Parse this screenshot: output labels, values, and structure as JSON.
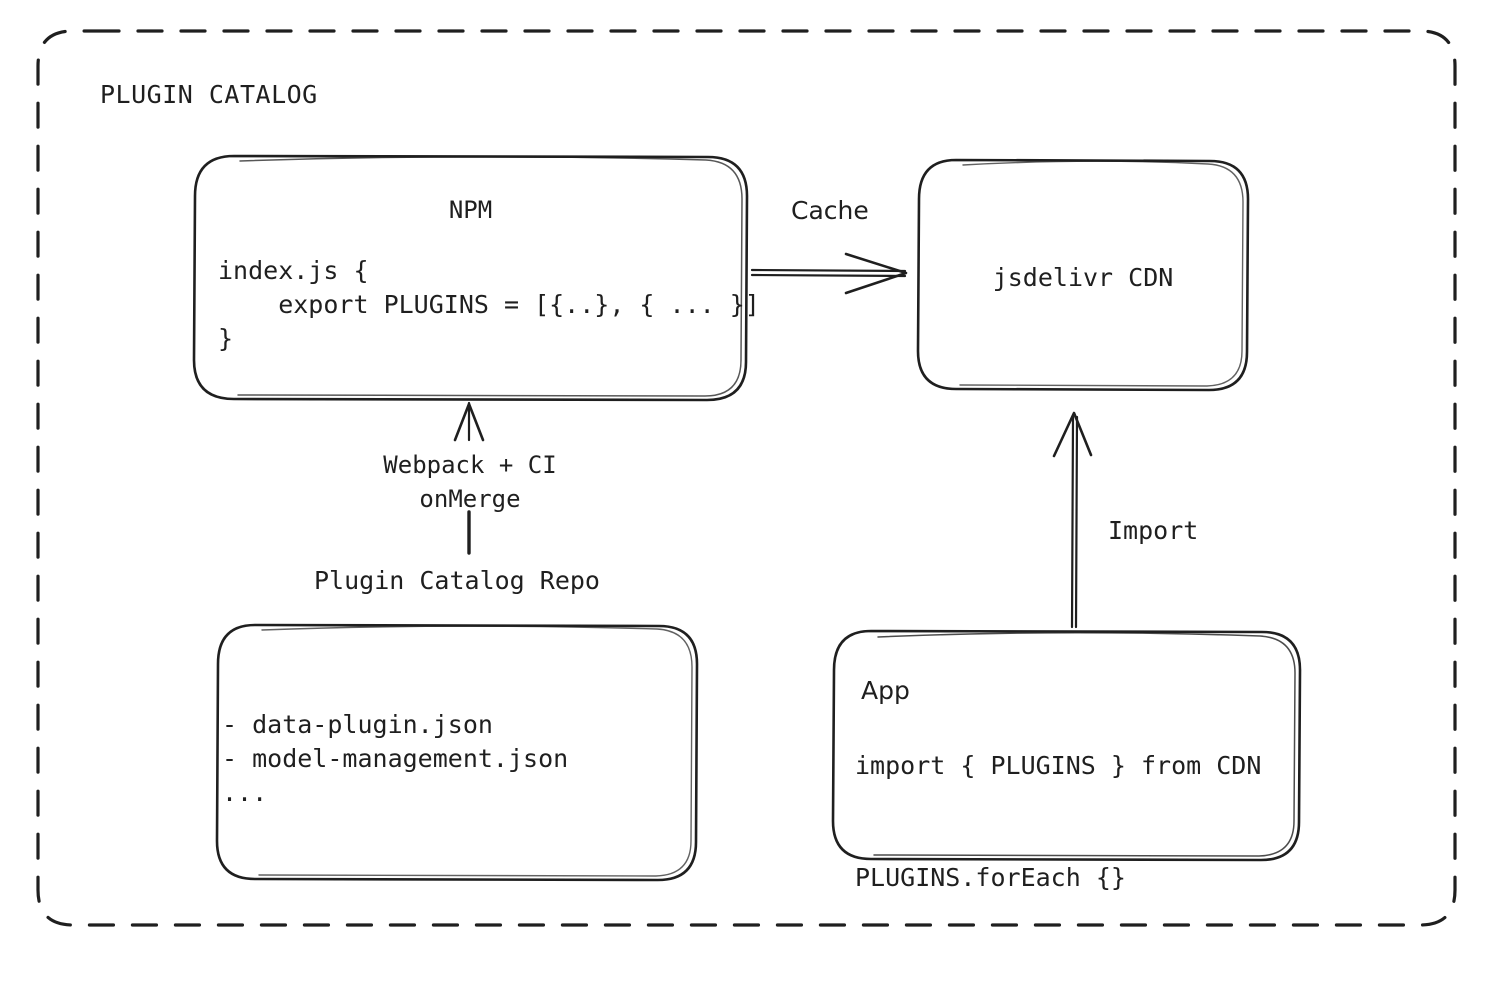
{
  "diagram": {
    "title": "PLUGIN CATALOG",
    "border_style": "dashed",
    "stroke_color": "#1f1f1f",
    "background_color": "#ffffff"
  },
  "nodes": {
    "npm": {
      "title": "NPM",
      "code": "index.js {\n    export PLUGINS = [{..}, { ... }]\n}"
    },
    "cdn": {
      "title": "jsdelivr CDN"
    },
    "repo": {
      "title": "Plugin Catalog Repo",
      "files": "- data-plugin.json\n- model-management.json\n..."
    },
    "app": {
      "title": "App",
      "code": "import { PLUGINS } from CDN\n\nPLUGINS.forEach {}"
    }
  },
  "edges": {
    "cache": {
      "label": "Cache",
      "from": "npm",
      "to": "cdn",
      "direction": "right"
    },
    "build": {
      "label": "Webpack + CI\nonMerge",
      "from": "repo",
      "to": "npm",
      "direction": "up"
    },
    "import": {
      "label": "Import",
      "from": "app",
      "to": "cdn",
      "direction": "up"
    }
  }
}
